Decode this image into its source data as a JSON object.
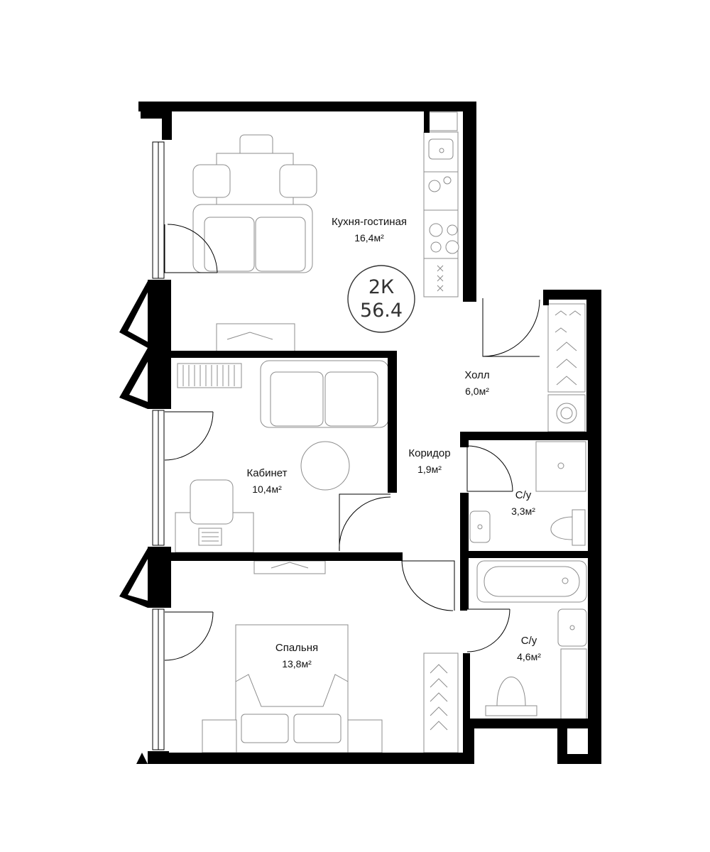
{
  "plan": {
    "badge": {
      "type": "2К",
      "area": "56.4"
    },
    "rooms": [
      {
        "id": "kitchen-living",
        "name": "Кухня-гостиная",
        "area": "16,4м²"
      },
      {
        "id": "hall",
        "name": "Холл",
        "area": "6,0м²"
      },
      {
        "id": "corridor",
        "name": "Коридор",
        "area": "1,9м²"
      },
      {
        "id": "study",
        "name": "Кабинет",
        "area": "10,4м²"
      },
      {
        "id": "bathroom-1",
        "name": "С/у",
        "area": "3,3м²"
      },
      {
        "id": "bedroom",
        "name": "Спальня",
        "area": "13,8м²"
      },
      {
        "id": "bathroom-2",
        "name": "С/у",
        "area": "4,6м²"
      }
    ],
    "icons": [
      "sofa-icon",
      "dining-table-icon",
      "kitchen-sink-icon",
      "stove-icon",
      "wardrobe-icon",
      "bed-icon",
      "desk-icon",
      "bathtub-icon",
      "toilet-icon",
      "washing-machine-icon",
      "door-swing-icon",
      "window-icon"
    ]
  }
}
